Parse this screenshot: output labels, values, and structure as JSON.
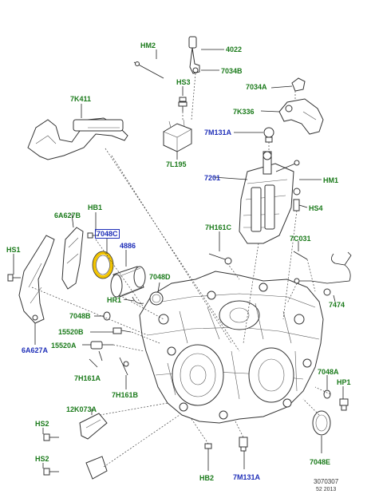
{
  "labels": {
    "hm2": "HM2",
    "p4022": "4022",
    "p7034b": "7034B",
    "p7k411": "7K411",
    "hs3": "HS3",
    "p7034a": "7034A",
    "p7k336": "7K336",
    "p7m131a_top": "7M131A",
    "p7l195": "7L195",
    "hm1": "HM1",
    "p7201": "7201",
    "hs4": "HS4",
    "hb1": "HB1",
    "p6a627b": "6A627B",
    "p7048c": "7048C",
    "p4886": "4886",
    "hs1": "HS1",
    "p7h161c": "7H161C",
    "p7c031": "7C031",
    "p7048d": "7048D",
    "hr1": "HR1",
    "p7474": "7474",
    "p6a627a": "6A627A",
    "p7048b": "7048B",
    "p15520b": "15520B",
    "p15520a": "15520A",
    "p7h161a": "7H161A",
    "p7h161b": "7H161B",
    "p7048a": "7048A",
    "hp1": "HP1",
    "p12k073a": "12K073A",
    "hs2_a": "HS2",
    "hs2_b": "HS2",
    "p7048e": "7048E",
    "hb2": "HB2",
    "p7m131a_bot": "7M131A"
  },
  "footer": {
    "ref_number": "3070307",
    "date_code": "52 2013"
  },
  "colors": {
    "green": "#1a7a1a",
    "blue": "#1f2fb8",
    "highlight": "#f2c400",
    "ink": "#333333"
  }
}
